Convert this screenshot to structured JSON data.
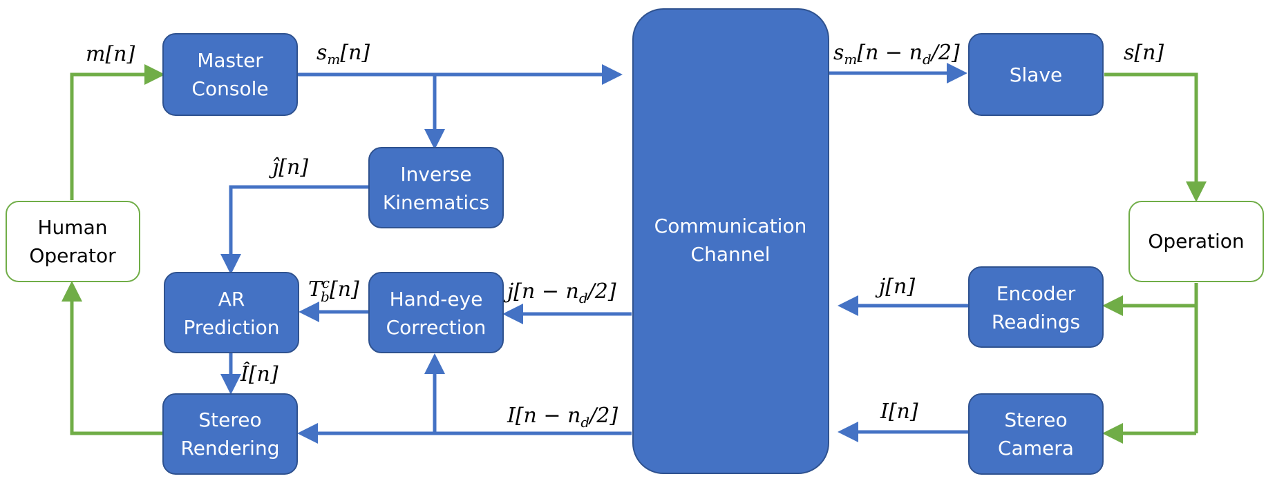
{
  "blocks": {
    "master": [
      "Master",
      "Console"
    ],
    "inverse": [
      "Inverse",
      "Kinematics"
    ],
    "ar": [
      "AR",
      "Prediction"
    ],
    "handeye": [
      "Hand-eye",
      "Correction"
    ],
    "stereo_render": [
      "Stereo",
      "Rendering"
    ],
    "human": [
      "Human",
      "Operator"
    ],
    "channel": [
      "Communication",
      "Channel"
    ],
    "slave": [
      "Slave"
    ],
    "operation": [
      "Operation"
    ],
    "encoder": [
      "Encoder",
      "Readings"
    ],
    "stereo_camera": [
      "Stereo",
      "Camera"
    ]
  },
  "signals": {
    "m": {
      "base": "m[n]"
    },
    "sm": {
      "base": "s",
      "sub": "m",
      "rest": "[n]"
    },
    "sm_delayed": {
      "base": "s",
      "sub": "m",
      "rest": "[n − n",
      "sub2": "d",
      "rest2": "/2]"
    },
    "s": {
      "base": "s[n]"
    },
    "jhat": {
      "base": "ĵ[n]"
    },
    "tbc": {
      "base": "T",
      "sub": "b",
      "sup": "c",
      "rest": "[n]"
    },
    "j_delayed": {
      "base": "j[n − n",
      "sub": "d",
      "rest": "/2]"
    },
    "j": {
      "base": "j[n]"
    },
    "ihat": {
      "base": "Î[n]"
    },
    "i_delayed": {
      "base": "I[n − n",
      "sub": "d",
      "rest": "/2]"
    },
    "i": {
      "base": "I[n]"
    }
  },
  "colors": {
    "box_fill": "#4472C4",
    "box_stroke": "#2F528F",
    "blue_arrow": "#4472C4",
    "green_arrow": "#70AD47"
  }
}
